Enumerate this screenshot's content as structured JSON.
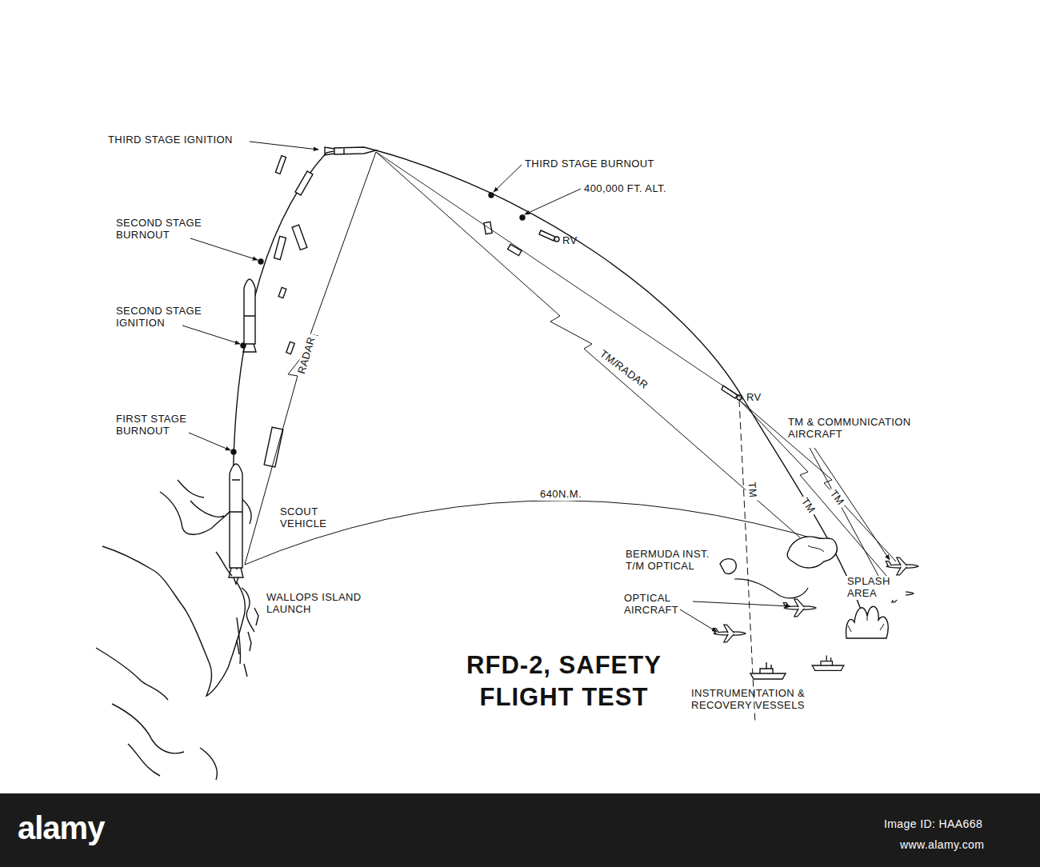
{
  "diagram": {
    "title": "RFD-2, SAFETY FLIGHT TEST",
    "labels": [
      "THIRD STAGE IGNITION",
      "SECOND STAGE BURNOUT",
      "SECOND STAGE IGNITION",
      "FIRST STAGE BURNOUT",
      "RADAR",
      "SCOUT VEHICLE",
      "WALLOPS ISLAND LAUNCH",
      "THIRD STAGE BURNOUT",
      "400,000 FT. ALT.",
      "RV",
      "TM/RADAR",
      "RV",
      "TM & COMMUNICATION AIRCRAFT",
      "TM",
      "TM",
      "TM",
      "640N.M.",
      "BERMUDA INST. T/M OPTICAL",
      "OPTICAL AIRCRAFT",
      "SPLASH AREA",
      "INSTRUMENTATION & RECOVERY VESSELS",
      "alamy",
      "Image ID: HAA668",
      "www.alamy.com"
    ]
  }
}
